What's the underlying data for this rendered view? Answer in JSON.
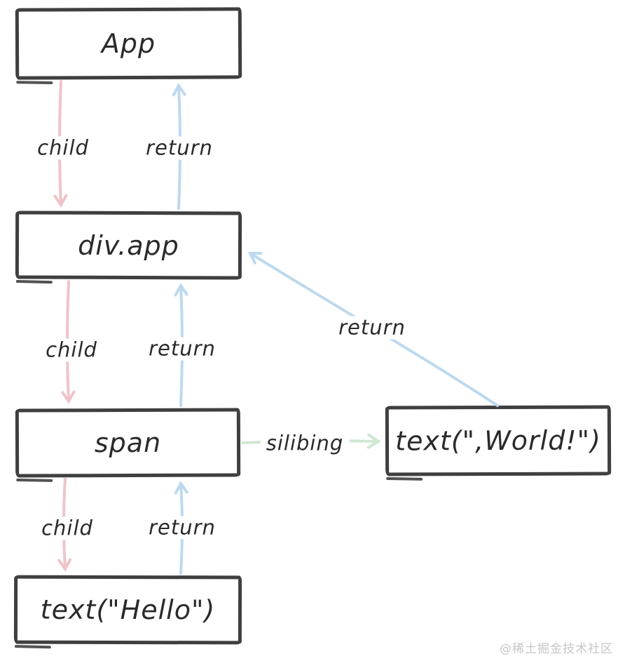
{
  "nodes": {
    "app": {
      "label": "App"
    },
    "div_app": {
      "label": "div.app"
    },
    "span": {
      "label": "span"
    },
    "text_hello": {
      "label": "text(\"Hello\")"
    },
    "text_world": {
      "label": "text(\",World!\")"
    }
  },
  "edges": {
    "child_app_to_divapp": {
      "label": "child",
      "kind": "child"
    },
    "return_divapp_to_app": {
      "label": "return",
      "kind": "return"
    },
    "child_divapp_to_span": {
      "label": "child",
      "kind": "child"
    },
    "return_span_to_divapp": {
      "label": "return",
      "kind": "return"
    },
    "child_span_to_texthello": {
      "label": "child",
      "kind": "child"
    },
    "return_texthello_to_span": {
      "label": "return",
      "kind": "return"
    },
    "sibling_span_to_textworld": {
      "label": "silibing",
      "kind": "sibling"
    },
    "return_textworld_to_divapp": {
      "label": "return",
      "kind": "return"
    }
  },
  "colors": {
    "child": "#efc4c9",
    "return": "#bdd9ef",
    "sibling": "#cfe7d3",
    "box_border": "#3f3f3f",
    "ink": "#2a2a2a",
    "watermark": "#c6c6c6",
    "background": "#ffffff"
  },
  "watermark": {
    "text": "@稀土掘金技术社区"
  }
}
